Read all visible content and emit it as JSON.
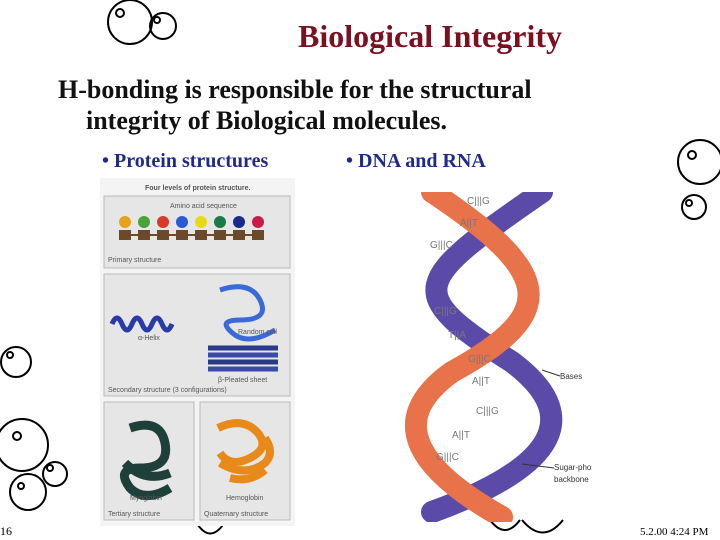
{
  "slide": {
    "title": "Biological Integrity",
    "body_line1": "H-bonding is responsible for the structural",
    "body_line2": "integrity of Biological molecules.",
    "bullets": [
      "• Protein structures",
      "• DNA and RNA"
    ],
    "slide_number": "16",
    "timestamp": "5.2.00 4:24 PM"
  },
  "protein_figure": {
    "heading": "Four levels of protein structure.",
    "amino_label": "Amino acid sequence",
    "primary": "Primary structure",
    "alpha_helix": "α-Helix",
    "random_coil": "Random coil",
    "beta_sheet": "β-Pleated sheet",
    "secondary": "Secondary structure (3 configurations)",
    "myoglobin": "Myoglobin",
    "hemoglobin": "Hemoglobin",
    "tertiary": "Tertiary structure",
    "quaternary": "Quaternary structure"
  },
  "dna_figure": {
    "pairs": [
      "C|||G",
      "A||T",
      "G|||C",
      "C|||G",
      "T||A",
      "G|||C",
      "A||T",
      "C|||G",
      "A||T",
      "G|||C"
    ],
    "bases_label": "Bases",
    "backbone_label_1": "Sugar-phosphate",
    "backbone_label_2": "backbone"
  },
  "colors": {
    "title": "#7b1020",
    "bullet": "#1f2a8a",
    "strand_orange": "#e8734a",
    "strand_purple": "#5b4aa8"
  }
}
